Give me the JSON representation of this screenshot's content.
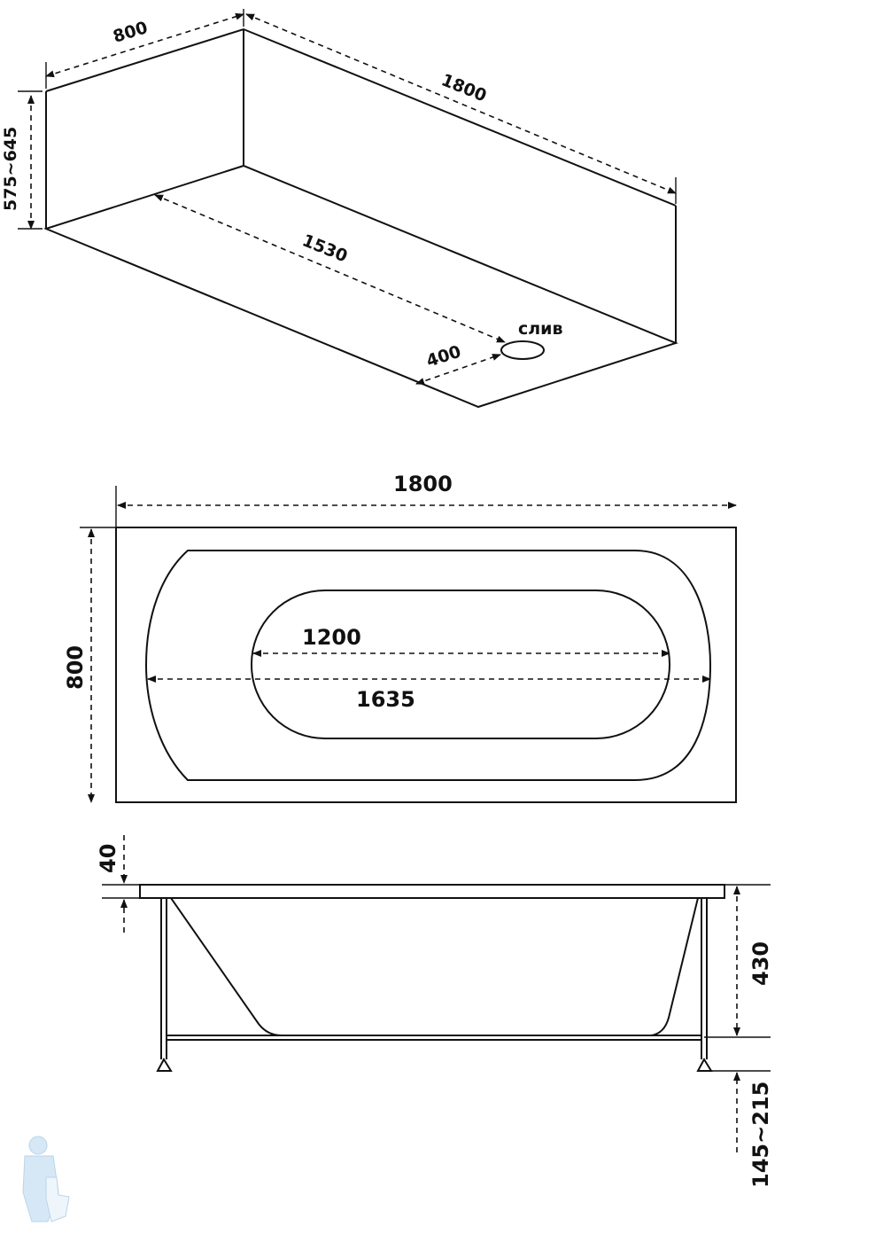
{
  "iso_view": {
    "width": "800",
    "length": "1800",
    "height": "575~645",
    "inner_length": "1530",
    "drain_offset": "400",
    "drain_label": "слив"
  },
  "top_view": {
    "length": "1800",
    "width": "800",
    "bottom_length": "1200",
    "inner_length": "1635"
  },
  "side_view": {
    "rim": "40",
    "depth": "430",
    "legs": "145~215"
  },
  "colors": {
    "line": "#111111",
    "logo": "#cfe3f3"
  }
}
